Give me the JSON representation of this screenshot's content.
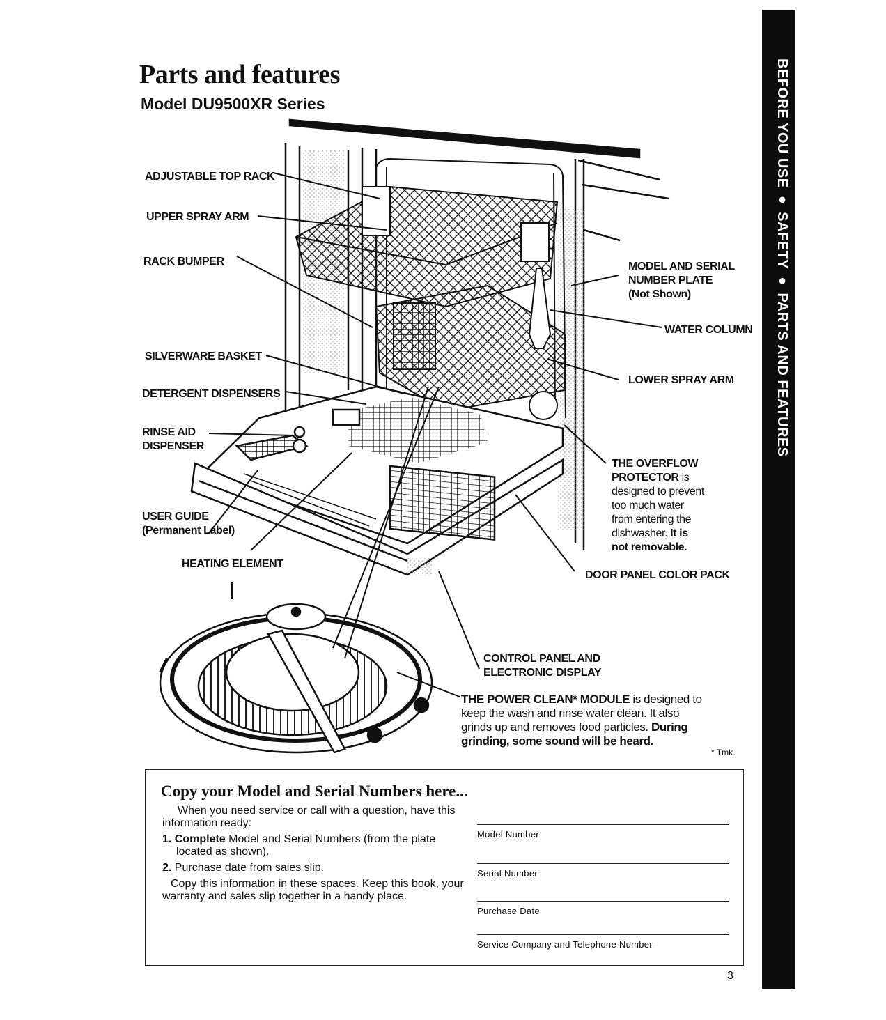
{
  "header": {
    "title": "Parts and features",
    "subtitle": "Model DU9500XR Series"
  },
  "side_tab": {
    "text": "BEFORE YOU USE ● SAFETY ● PARTS AND FEATURES"
  },
  "labels": {
    "adjustable_top_rack": "ADJUSTABLE TOP RACK",
    "upper_spray_arm": "UPPER SPRAY ARM",
    "rack_bumper": "RACK BUMPER",
    "silverware_basket": "SILVERWARE BASKET",
    "detergent_dispensers": "DETERGENT DISPENSERS",
    "rinse_aid_line1": "RINSE AID",
    "rinse_aid_line2": "DISPENSER",
    "user_guide_line1": "USER GUIDE",
    "user_guide_line2": "(Permanent Label)",
    "heating_element": "HEATING ELEMENT",
    "model_serial_line1": "MODEL AND SERIAL",
    "model_serial_line2": "NUMBER PLATE",
    "model_serial_line3": "(Not Shown)",
    "water_column": "WATER COLUMN",
    "lower_spray_arm": "LOWER SPRAY ARM",
    "overflow_title1": "THE OVERFLOW",
    "overflow_title2": "PROTECTOR",
    "overflow_text2": " is",
    "overflow_text3": "designed to prevent",
    "overflow_text4": "too much water",
    "overflow_text5": "from entering the",
    "overflow_text6": "dishwasher.",
    "overflow_text6b": " It is",
    "overflow_text7": "not removable.",
    "door_panel": "DOOR PANEL COLOR PACK",
    "control_panel_line1": "CONTROL PANEL AND",
    "control_panel_line2": "ELECTRONIC DISPLAY",
    "power_clean_title": "THE POWER CLEAN* MODULE",
    "power_clean_text1": " is designed to",
    "power_clean_text2": "keep the wash and rinse water clean. It also",
    "power_clean_text3": "grinds up and removes food particles.",
    "power_clean_text3b": " During",
    "power_clean_text4": "grinding, some sound will be heard."
  },
  "trademark": "* Tmk.",
  "copy_box": {
    "title": "Copy your Model and Serial Numbers here...",
    "intro": "When you need service or call with a question, have this information ready:",
    "step1_num": "1.",
    "step1_bold": "Complete",
    "step1_text": " Model and Serial Numbers (from the plate located as shown).",
    "step2_num": "2.",
    "step2_text": " Purchase date from sales slip.",
    "outro": "Copy this information in these spaces. Keep this book, your warranty and sales slip together in a handy place.",
    "fields": [
      "Model Number",
      "Serial Number",
      "Purchase Date",
      "Service Company and Telephone Number"
    ]
  },
  "page_number": "3"
}
